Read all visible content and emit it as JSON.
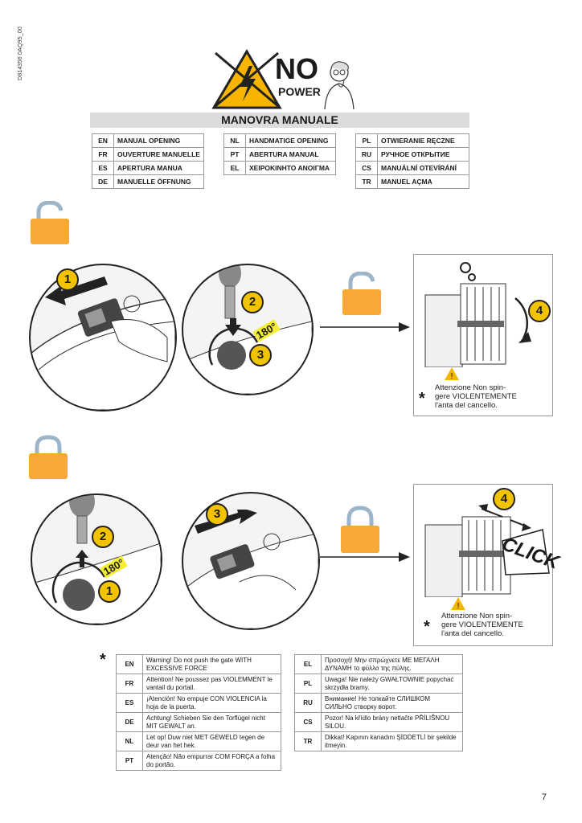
{
  "doc_code": "D814356 0AQ95_00",
  "header": {
    "no": "NO",
    "power": "POWER"
  },
  "title": "MANOVRA MANUALE",
  "languages": {
    "col1": [
      {
        "code": "EN",
        "text": "MANUAL OPENING"
      },
      {
        "code": "FR",
        "text": "OUVERTURE MANUELLE"
      },
      {
        "code": "ES",
        "text": "APERTURA MANUA"
      },
      {
        "code": "DE",
        "text": "MANUELLE ÖFFNUNG"
      }
    ],
    "col2": [
      {
        "code": "NL",
        "text": "HANDMATIGE OPENING"
      },
      {
        "code": "PT",
        "text": "ABERTURA MANUAL"
      },
      {
        "code": "EL",
        "text": "ΧΕΙΡΟΚΙΝΗΤΟ ΑΝΟΙΓΜΑ"
      }
    ],
    "col3": [
      {
        "code": "PL",
        "text": "OTWIERANIE RĘCZNE"
      },
      {
        "code": "RU",
        "text": "РУЧНОЕ ОТКРЫТИЕ"
      },
      {
        "code": "CS",
        "text": "MANUÁLNÍ OTEVÍRÁNÍ"
      },
      {
        "code": "TR",
        "text": "MANUEL AÇMA"
      }
    ]
  },
  "steps": {
    "s1": "1",
    "s2": "2",
    "s3": "3",
    "s4": "4",
    "deg": "180°",
    "click": "CLICK"
  },
  "attention": {
    "line1": "Attenzione Non spin-",
    "line2": "gere VIOLENTEMENTE",
    "line3": "l'anta del cancello."
  },
  "star": "*",
  "warnings_left": [
    {
      "code": "EN",
      "text": "Warning! Do not push the gate WITH EXCESSIVE FORCE"
    },
    {
      "code": "FR",
      "text": "Attention! Ne poussez pas VIOLEMMENT le vantail du portail."
    },
    {
      "code": "ES",
      "text": "¡Atención! No empuje CON VIOLENCIA la hoja de la puerta."
    },
    {
      "code": "DE",
      "text": "Achtung! Schieben Sie den Torflügel nicht MIT GEWALT an."
    },
    {
      "code": "NL",
      "text": "Let op! Duw niet MET GEWELD tegen de deur van het hek."
    },
    {
      "code": "PT",
      "text": "Atenção! Não empurrar COM FORÇA a folha do portão."
    }
  ],
  "warnings_right": [
    {
      "code": "EL",
      "text": "Προσοχή! Μην σπρώχνετε ΜΕ ΜΕΓΑΛΗ ΔΥΝΑΜΗ το φύλλο της πύλης."
    },
    {
      "code": "PL",
      "text": "Uwaga! Nie należy GWAŁTOWNIE popychać skrzydła bramy."
    },
    {
      "code": "RU",
      "text": "Внимание! Не толкайте СЛИШКОМ СИЛЬНО створку ворот."
    },
    {
      "code": "CS",
      "text": "Pozor! Na křídlo brány netlačte PŘÍLIŠNOU SILOU."
    },
    {
      "code": "TR",
      "text": "Dikkat! Kapının kanadını ŞİDDETLİ bir şekilde itmeyin."
    }
  ],
  "page_number": "7",
  "colors": {
    "padlock": "#f7a935",
    "shackle": "#9db5c8",
    "step": "#f2c400",
    "highlight": "#f5ee33",
    "title_bg": "#dcdcdc"
  }
}
